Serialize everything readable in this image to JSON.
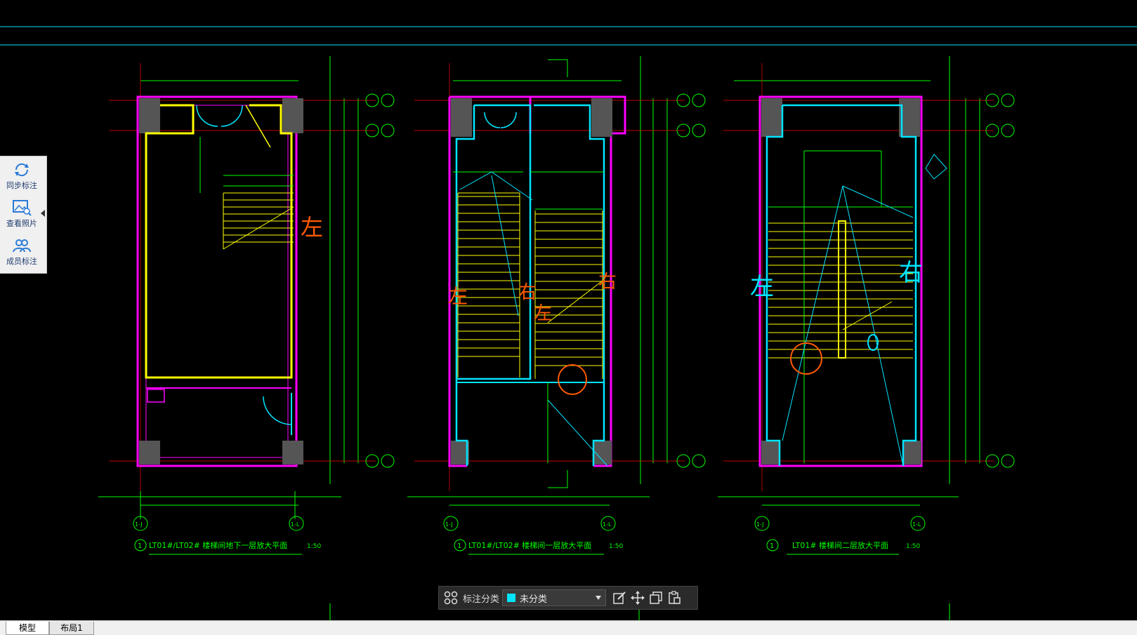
{
  "sidebar": {
    "items": [
      {
        "label": "同步标注",
        "icon": "sync-icon"
      },
      {
        "label": "查看照片",
        "icon": "photo-search-icon"
      },
      {
        "label": "成员标注",
        "icon": "members-icon"
      }
    ]
  },
  "drawings": [
    {
      "grid_left": "1-J",
      "grid_right": "1-L",
      "title": "LT01#/LT02#  楼梯间地下一层放大平面",
      "scale": "1:50"
    },
    {
      "grid_left": "1-J",
      "grid_right": "1-L",
      "title": "LT01#/LT02#  楼梯间一层放大平面",
      "scale": "1:50"
    },
    {
      "grid_left": "1-J",
      "grid_right": "1-L",
      "title": "LT01#  楼梯间二层放大平面",
      "scale": "1:50"
    }
  ],
  "circle_numbers": [
    "1",
    "1",
    "1"
  ],
  "annotations": {
    "left": "左",
    "right": "右"
  },
  "toolbar": {
    "category_label": "标注分类",
    "category_value": "未分类",
    "swatch_color": "#00e5ff"
  },
  "tabs": [
    "模型",
    "布局1"
  ],
  "colors": {
    "background": "#000000",
    "wall": "#ff00ff",
    "stair": "#ffff00",
    "dimension": "#00ff00",
    "annotation_cyan": "#00e5ff",
    "annotation_orange": "#ff5a00",
    "axis": "#ff0000"
  }
}
